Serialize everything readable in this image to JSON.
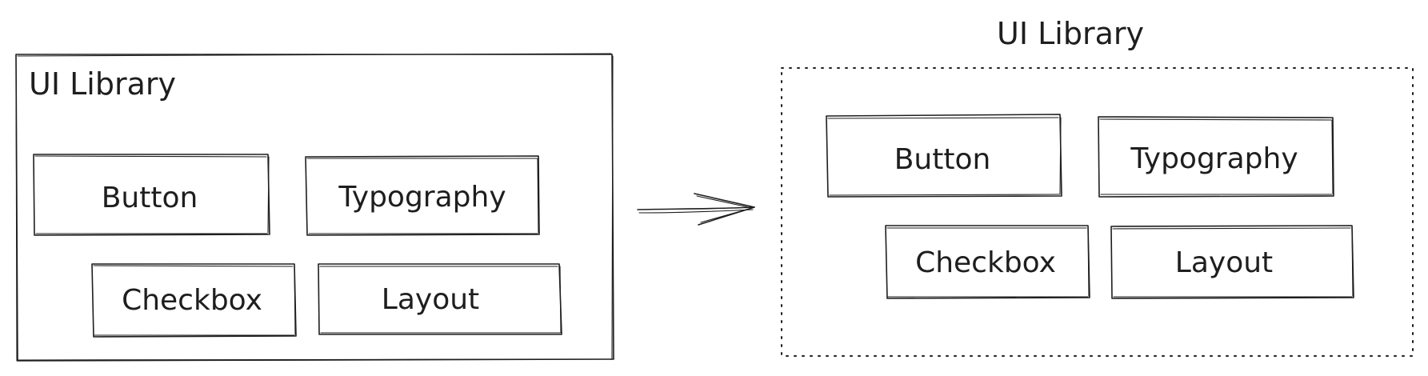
{
  "before": {
    "title": "UI Library",
    "components": [
      "Button",
      "Typography",
      "Checkbox",
      "Layout"
    ]
  },
  "after": {
    "title": "UI Library",
    "components": [
      "Button",
      "Typography",
      "Checkbox",
      "Layout"
    ]
  }
}
